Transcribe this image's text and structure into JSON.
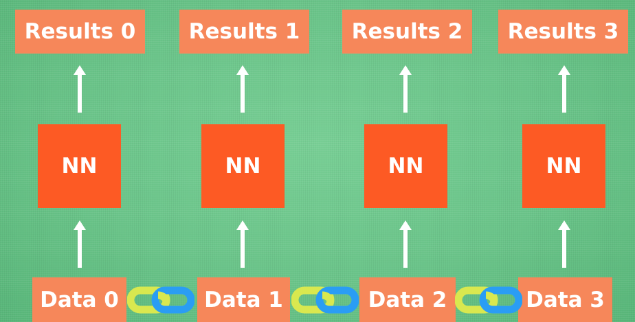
{
  "results": [
    "Results 0",
    "Results 1",
    "Results 2",
    "Results 3"
  ],
  "nodes": [
    "NN",
    "NN",
    "NN",
    "NN"
  ],
  "inputs": [
    "Data 0",
    "Data 1",
    "Data 2",
    "Data 3"
  ],
  "colors": {
    "background": "#6cc68a",
    "label_box": "#f6875a",
    "node_box": "#fd5a24",
    "arrow": "#ffffff",
    "link_yellow": "#d9e84f",
    "link_blue": "#2a9df4"
  },
  "icons": {
    "arrow": "up-arrow-icon",
    "chain": "chain-link-icon"
  }
}
